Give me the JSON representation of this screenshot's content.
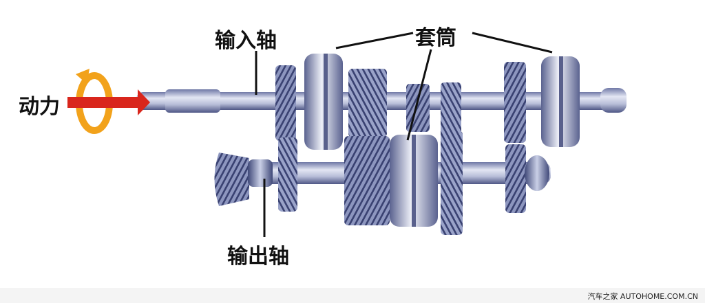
{
  "labels": {
    "input_shaft": "输入轴",
    "sleeve": "套筒",
    "power": "动力",
    "output_shaft": "输出轴"
  },
  "watermark": "汽车之家 AUTOHOME.COM.CN",
  "colors": {
    "gear_steel": "#5b6a9a",
    "shaft_steel": "#9aa3c4",
    "arrow_red": "#d9261c",
    "ring_orange": "#f2a21b"
  }
}
